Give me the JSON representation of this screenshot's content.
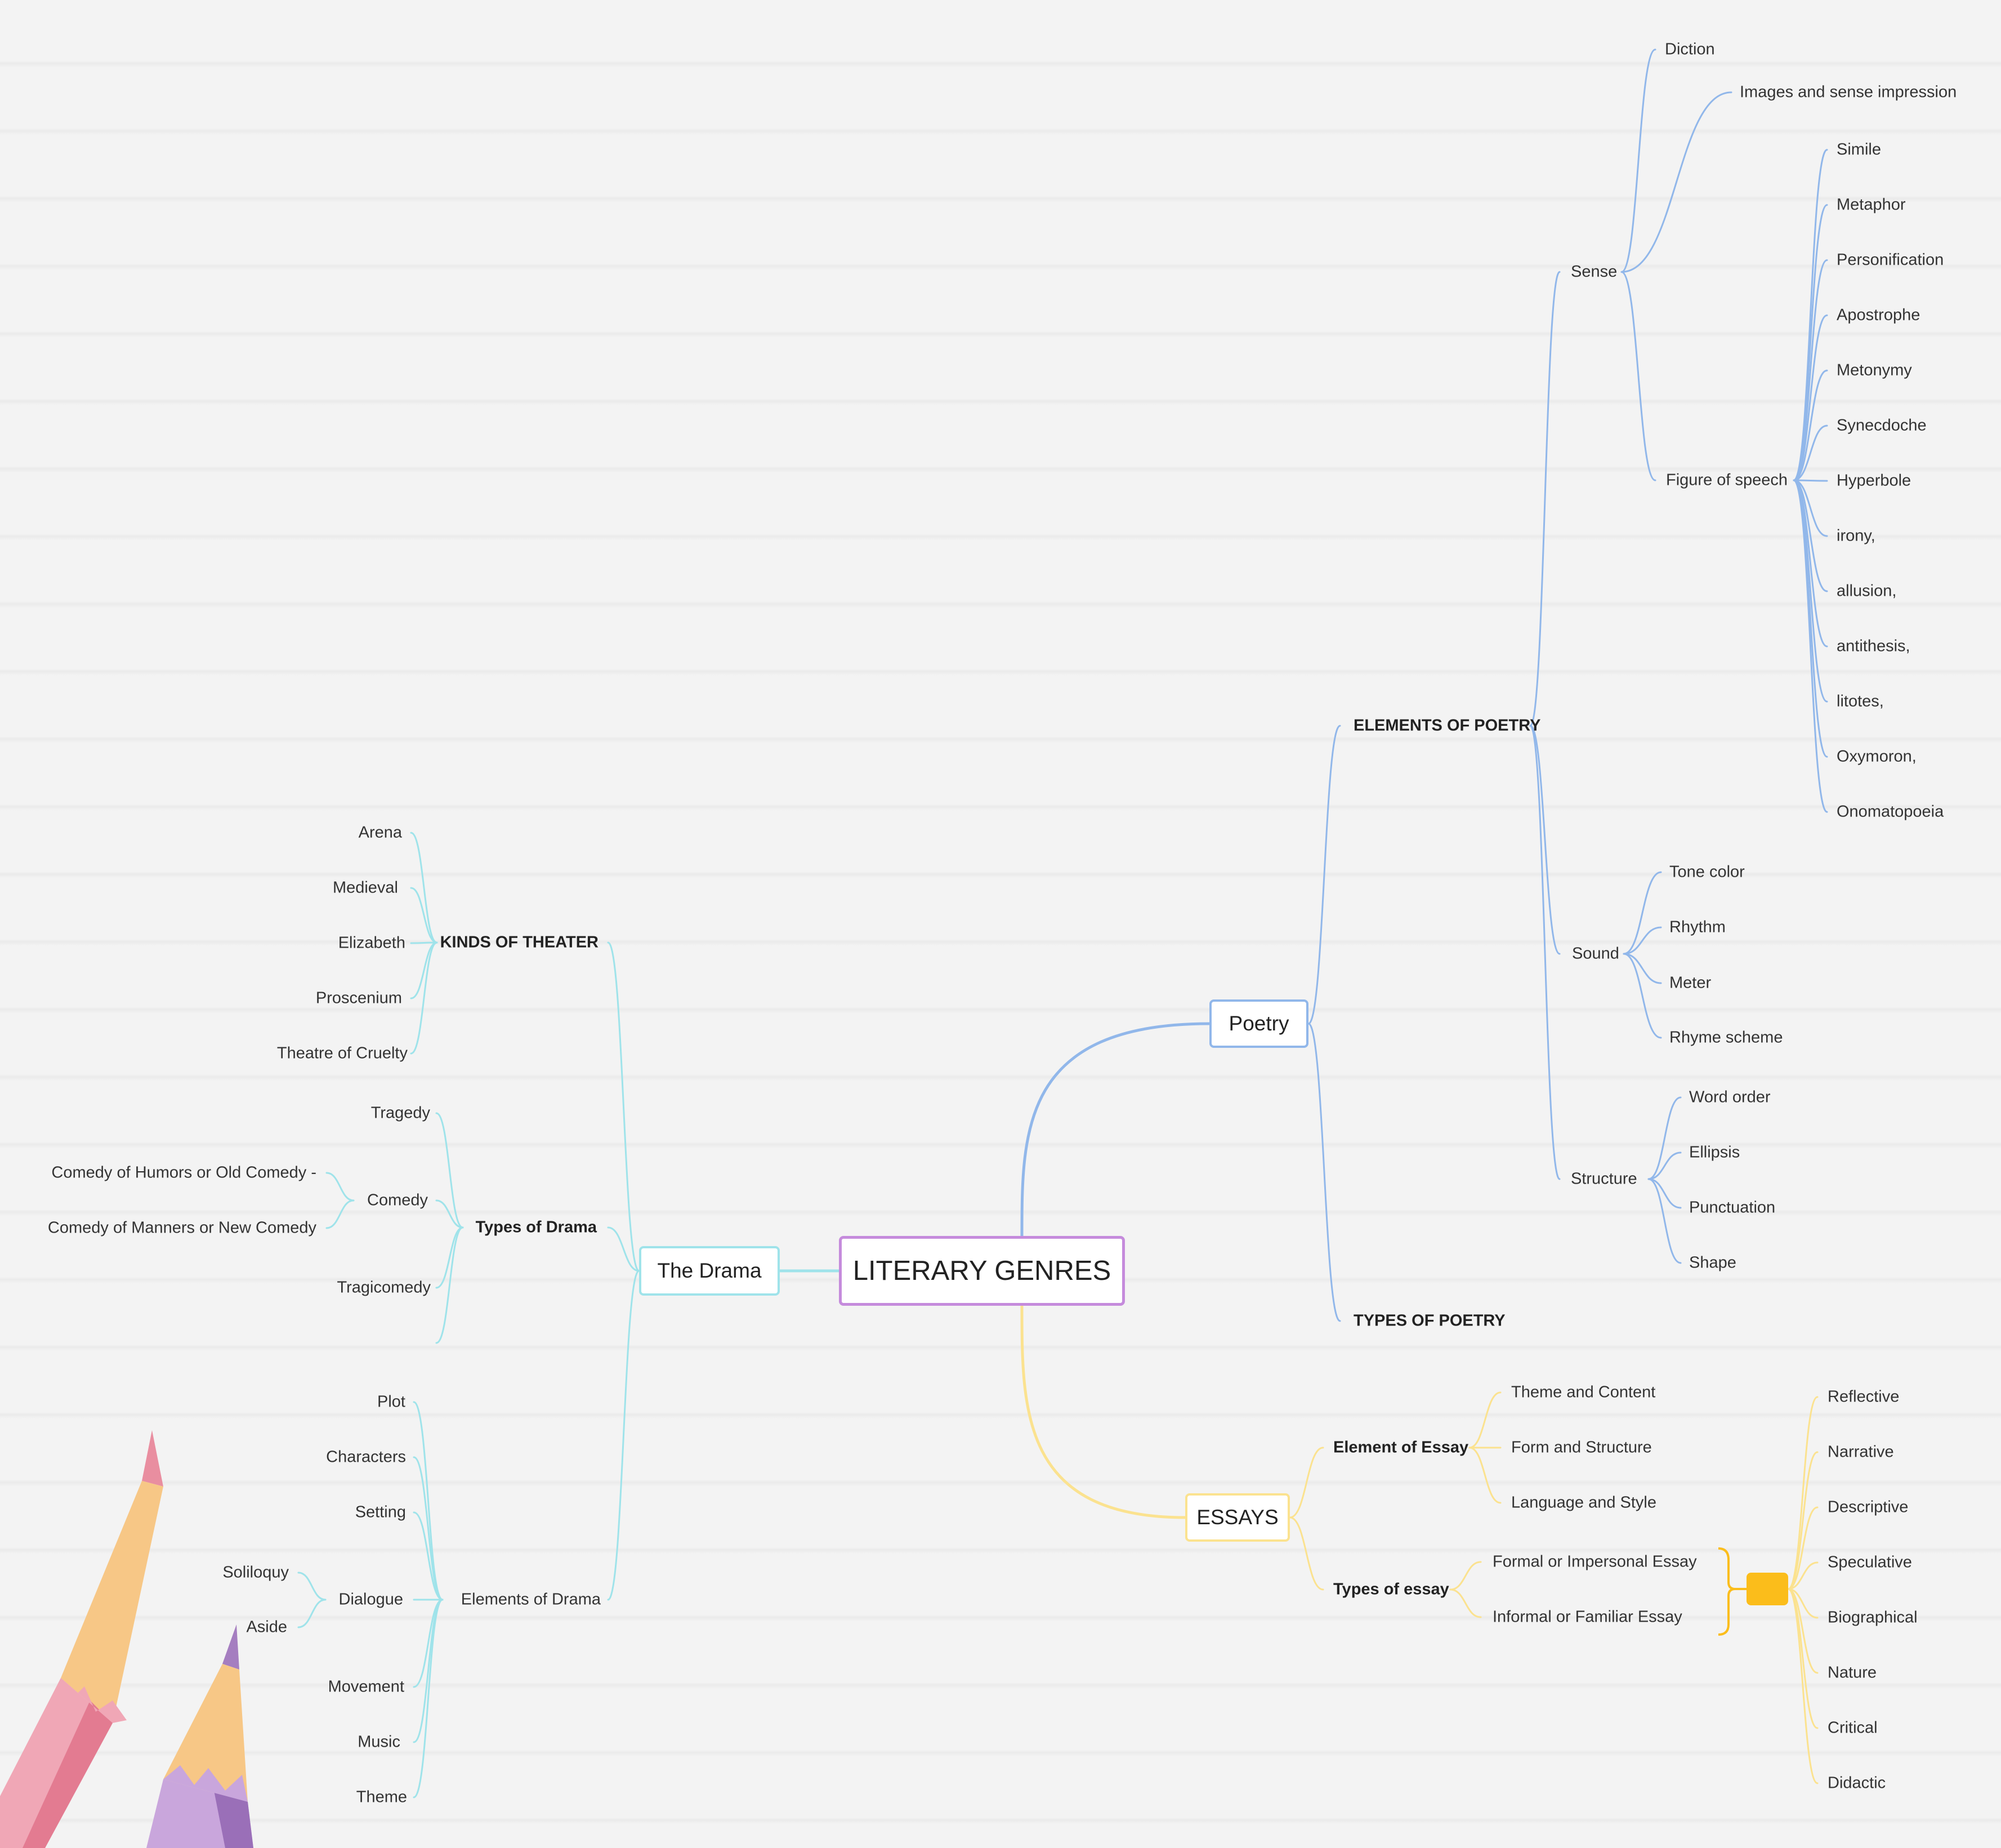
{
  "colors": {
    "root": "#c58bdc",
    "drama": "#9fe3ea",
    "poetry": "#91b7ea",
    "essays": "#fbe28f",
    "essays_accent": "#fbbd1b"
  },
  "root": {
    "label": "LITERARY GENRES"
  },
  "poetry": {
    "label": "Poetry",
    "elements": {
      "label": "ELEMENTS OF POETRY",
      "sense": {
        "label": "Sense",
        "items": [
          "Diction",
          "Images and sense impression"
        ],
        "figure_of_speech": {
          "label": "Figure of speech",
          "items": [
            "Simile",
            "Metaphor",
            "Personification",
            "Apostrophe",
            "Metonymy",
            "Synecdoche",
            "Hyperbole",
            "irony,",
            "allusion,",
            "antithesis,",
            "litotes,",
            "Oxymoron,",
            "Onomatopoeia"
          ]
        }
      },
      "sound": {
        "label": "Sound",
        "items": [
          "Tone color",
          "Rhythm",
          "Meter",
          "Rhyme scheme"
        ]
      },
      "structure": {
        "label": "Structure",
        "items": [
          "Word order",
          "Ellipsis",
          "Punctuation",
          "Shape"
        ]
      }
    },
    "types": {
      "label": "TYPES OF POETRY"
    }
  },
  "essays": {
    "label": "ESSAYS",
    "element_of_essay": {
      "label": "Element of Essay",
      "items": [
        "Theme and Content",
        "Form and Structure",
        "Language and Style"
      ]
    },
    "types_of_essay": {
      "label": "Types of essay",
      "items": [
        "Formal or Impersonal Essay",
        "Informal or Familiar Essay"
      ],
      "kinds": [
        "Reflective",
        "Narrative",
        "Descriptive",
        "Speculative",
        "Biographical",
        "Nature",
        "Critical",
        "Didactic"
      ]
    }
  },
  "drama": {
    "label": "The Drama",
    "kinds_of_theater": {
      "label": "KINDS OF THEATER",
      "items": [
        "Arena",
        "Medieval",
        "Elizabeth",
        "Proscenium",
        "Theatre of Cruelty"
      ]
    },
    "types_of_drama": {
      "label": "Types of Drama",
      "tragedy": "Tragedy",
      "comedy": {
        "label": "Comedy",
        "items": [
          "Comedy of Humors or Old Comedy -",
          "Comedy of Manners or New Comedy"
        ]
      },
      "tragicomedy": "Tragicomedy"
    },
    "elements_of_drama": {
      "label": "Elements of Drama",
      "plot": "Plot",
      "characters": "Characters",
      "setting": "Setting",
      "dialogue": {
        "label": "Dialogue",
        "items": [
          "Soliloquy",
          "Aside"
        ]
      },
      "movement": "Movement",
      "music": "Music",
      "theme": "Theme"
    }
  }
}
